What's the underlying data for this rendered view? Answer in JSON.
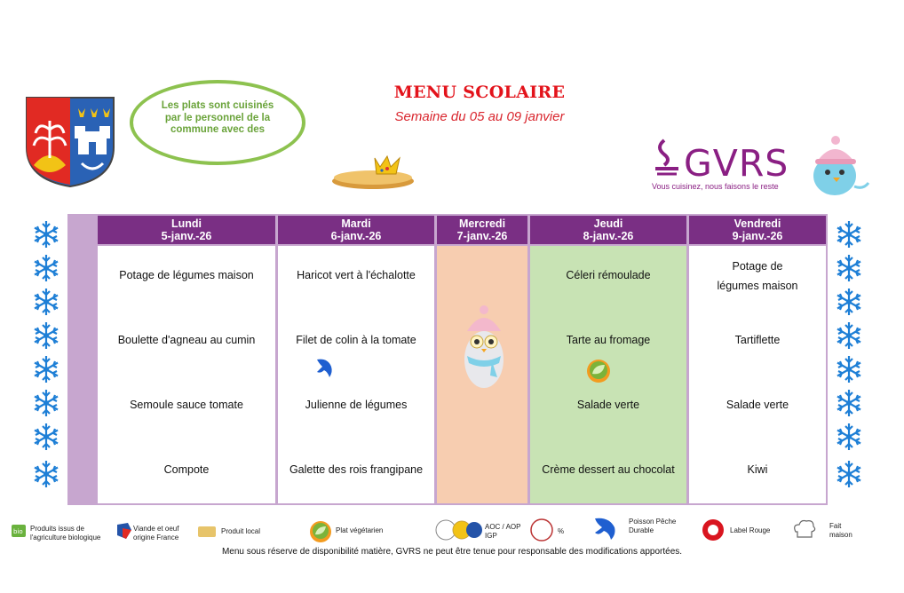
{
  "note": {
    "text": "Les plats sont cuisinés par le personnel de la commune avec des"
  },
  "header": {
    "title": "MENU SCOLAIRE",
    "subtitle": "Semaine du 05 au 09 janvier"
  },
  "brand": {
    "name": "GVRS",
    "tagline": "Vous cuisinez, nous faisons le reste",
    "color": "#8a1f83"
  },
  "days": [
    {
      "day": "Lundi",
      "date": "5-janv.-26",
      "dishes": [
        "Potage de légumes maison",
        "Boulette d'agneau au cumin",
        "Semoule sauce tomate",
        "Compote"
      ]
    },
    {
      "day": "Mardi",
      "date": "6-janv.-26",
      "dishes": [
        "Haricot vert à l'échalotte",
        "Filet de colin à la tomate",
        "Julienne de légumes",
        "Galette des rois frangipane"
      ]
    },
    {
      "day": "Mercredi",
      "date": "7-janv.-26",
      "dishes": []
    },
    {
      "day": "Jeudi",
      "date": "8-janv.-26",
      "dishes": [
        "Céleri rémoulade",
        "Tarte au fromage",
        "Salade verte",
        "Crème dessert au chocolat"
      ]
    },
    {
      "day": "Vendredi",
      "date": "9-janv.-26",
      "dishes": [
        "Potage de légumes maison",
        "Tartiflette",
        "Salade verte",
        "Kiwi"
      ]
    }
  ],
  "legend": {
    "bio": "Produits issus de l'agriculture biologique",
    "viande": "Viande et oeuf origine France",
    "local": "Produit local",
    "vege": "Plat végétarien",
    "aoc": "AOC / AOP IGP",
    "pct": "%",
    "peche": "Poisson Pêche Durable",
    "label_rouge": "Label Rouge",
    "fait": "Fait maison"
  },
  "footer": "Menu sous réserve de disponibilité matière, GVRS ne peut être tenue pour responsable des modifications apportées.",
  "colors": {
    "header_purple": "#7a2f84",
    "frame_lilac": "#c7a6cf",
    "wednesday_peach": "#f7cdb0",
    "thursday_green": "#c8e3b4",
    "title_red": "#e3131b",
    "snowflake_blue": "#1e7fd6"
  }
}
